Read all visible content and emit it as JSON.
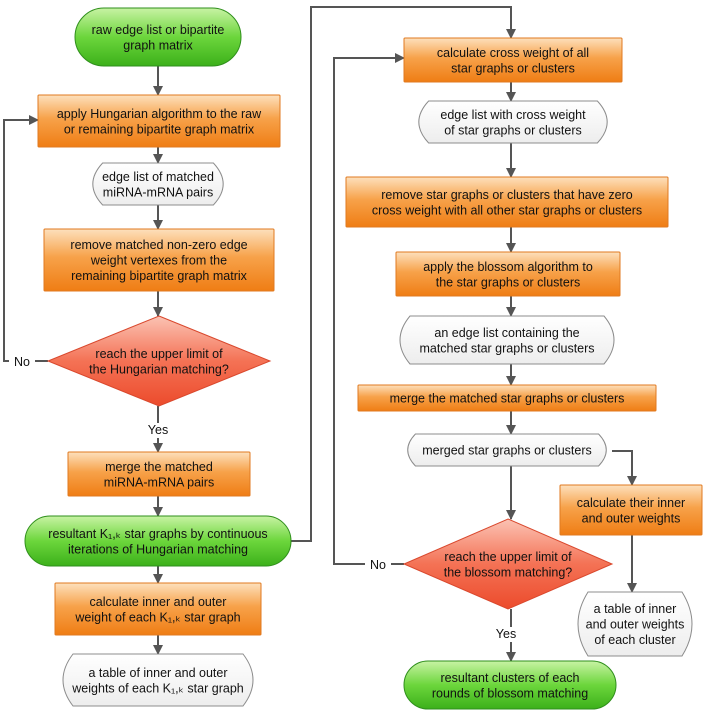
{
  "colors": {
    "process_fill_top": "#fde0bd",
    "process_fill_mid": "#f7a24a",
    "process_fill_bottom": "#ef7d14",
    "process_stroke": "#e07a20",
    "decision_fill_top": "#fbc3b4",
    "decision_fill_mid": "#f47255",
    "decision_fill_bottom": "#ec4b2c",
    "decision_stroke": "#d9482d",
    "terminal_fill_top": "#c8f3a4",
    "terminal_fill_mid": "#6cd63c",
    "terminal_fill_bottom": "#3cb01a",
    "terminal_stroke": "#2f8f1c",
    "data_fill_top": "#ffffff",
    "data_fill_bottom": "#ededed",
    "data_stroke": "#8c8c8c",
    "connector": "#555555"
  },
  "nodes": {
    "n1": {
      "shape": "terminal",
      "lines": [
        "raw edge list or bipartite",
        "graph matrix"
      ]
    },
    "n2": {
      "shape": "process",
      "lines": [
        "apply Hungarian algorithm to the raw",
        "or remaining bipartite graph matrix"
      ]
    },
    "n3": {
      "shape": "data",
      "lines": [
        "edge list of matched",
        "miRNA-mRNA pairs"
      ]
    },
    "n4": {
      "shape": "process",
      "lines": [
        "remove matched non-zero edge",
        "weight vertexes from the",
        "remaining bipartite graph matrix"
      ]
    },
    "n5": {
      "shape": "decision",
      "lines": [
        "reach the upper limit of",
        "the Hungarian matching?"
      ]
    },
    "n6": {
      "shape": "process",
      "lines": [
        "merge the matched",
        "miRNA-mRNA pairs"
      ]
    },
    "n7": {
      "shape": "terminal",
      "lines": [
        "resultant K₁,ₖ star graphs by continuous",
        "iterations of Hungarian matching"
      ]
    },
    "n8": {
      "shape": "process",
      "lines": [
        "calculate inner and outer",
        "weight of each K₁,ₖ star graph"
      ]
    },
    "n9": {
      "shape": "data",
      "lines": [
        "a table of inner and outer",
        "weights of each K₁,ₖ star graph"
      ]
    },
    "n10": {
      "shape": "process",
      "lines": [
        "calculate cross weight of all",
        "star graphs or clusters"
      ]
    },
    "n11": {
      "shape": "data",
      "lines": [
        "edge list with cross weight",
        "of star graphs or clusters"
      ]
    },
    "n12": {
      "shape": "process",
      "lines": [
        "remove star graphs or clusters that have zero",
        "cross weight with all other star graphs or clusters"
      ]
    },
    "n13": {
      "shape": "process",
      "lines": [
        "apply the blossom algorithm to",
        "the star graphs or clusters"
      ]
    },
    "n14": {
      "shape": "data",
      "lines": [
        "an edge list containing the",
        "matched star graphs or clusters"
      ]
    },
    "n15": {
      "shape": "process",
      "lines": [
        "merge the matched star graphs or clusters"
      ]
    },
    "n16": {
      "shape": "data",
      "lines": [
        "merged star graphs or clusters"
      ]
    },
    "n17": {
      "shape": "process",
      "lines": [
        "calculate their inner",
        "and outer weights"
      ]
    },
    "n18": {
      "shape": "decision",
      "lines": [
        "reach the upper limit of",
        "the blossom matching?"
      ]
    },
    "n19": {
      "shape": "terminal",
      "lines": [
        "resultant clusters of each",
        "rounds of blossom matching"
      ]
    },
    "n20": {
      "shape": "data",
      "lines": [
        "a table of inner",
        "and outer weights",
        "of each cluster"
      ]
    }
  },
  "edges": [
    {
      "id": "e1",
      "from": "n1",
      "to": "n2",
      "label": ""
    },
    {
      "id": "e2",
      "from": "n2",
      "to": "n3",
      "label": ""
    },
    {
      "id": "e3",
      "from": "n3",
      "to": "n4",
      "label": ""
    },
    {
      "id": "e4",
      "from": "n4",
      "to": "n5",
      "label": ""
    },
    {
      "id": "e5",
      "from": "n5",
      "to": "n2",
      "label": "No"
    },
    {
      "id": "e6",
      "from": "n5",
      "to": "n6",
      "label": "Yes"
    },
    {
      "id": "e7",
      "from": "n6",
      "to": "n7",
      "label": ""
    },
    {
      "id": "e8",
      "from": "n7",
      "to": "n10",
      "label": ""
    },
    {
      "id": "e9",
      "from": "n7",
      "to": "n8",
      "label": ""
    },
    {
      "id": "e10",
      "from": "n8",
      "to": "n9",
      "label": ""
    },
    {
      "id": "e11",
      "from": "n10",
      "to": "n11",
      "label": ""
    },
    {
      "id": "e12",
      "from": "n11",
      "to": "n12",
      "label": ""
    },
    {
      "id": "e13",
      "from": "n12",
      "to": "n13",
      "label": ""
    },
    {
      "id": "e14",
      "from": "n13",
      "to": "n14",
      "label": ""
    },
    {
      "id": "e15",
      "from": "n14",
      "to": "n15",
      "label": ""
    },
    {
      "id": "e16",
      "from": "n15",
      "to": "n16",
      "label": ""
    },
    {
      "id": "e17",
      "from": "n16",
      "to": "n18",
      "label": ""
    },
    {
      "id": "e18",
      "from": "n16",
      "to": "n17",
      "label": ""
    },
    {
      "id": "e19",
      "from": "n17",
      "to": "n20",
      "label": ""
    },
    {
      "id": "e20",
      "from": "n18",
      "to": "n10",
      "label": "No"
    },
    {
      "id": "e21",
      "from": "n18",
      "to": "n19",
      "label": "Yes"
    }
  ]
}
